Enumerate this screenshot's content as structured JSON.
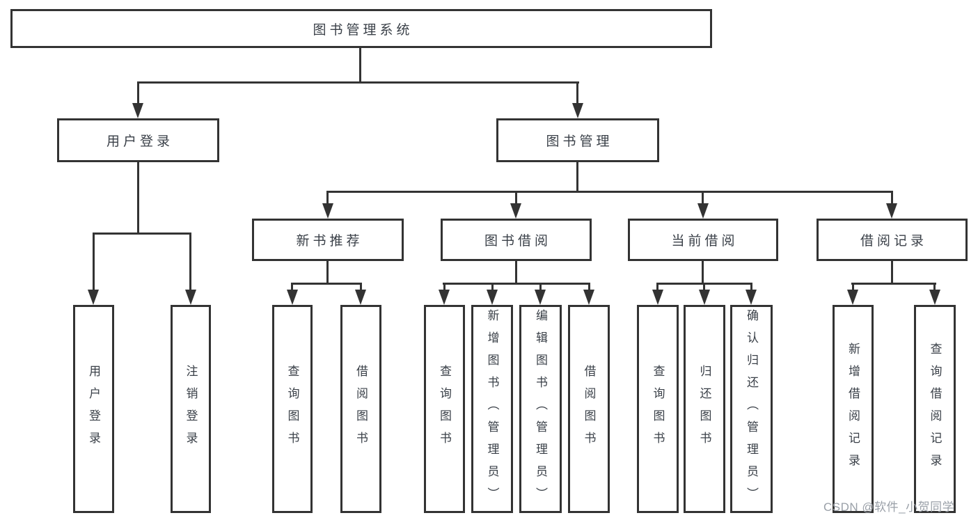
{
  "tree": {
    "root": {
      "label": "图书管理系统"
    },
    "level2": [
      {
        "label": "用户登录"
      },
      {
        "label": "图书管理"
      }
    ],
    "level3": [
      {
        "label": "新书推荐"
      },
      {
        "label": "图书借阅"
      },
      {
        "label": "当前借阅"
      },
      {
        "label": "借阅记录"
      }
    ],
    "leaves": {
      "login": [
        "用户登录",
        "注销登录"
      ],
      "recommend": [
        "查询图书",
        "借阅图书"
      ],
      "borrow": [
        "查询图书",
        "新增图书（管理员）",
        "编辑图书（管理员）",
        "借阅图书"
      ],
      "current": [
        "查询图书",
        "归还图书",
        "确认归还（管理员）"
      ],
      "records": [
        "新增借阅记录",
        "查询借阅记录"
      ]
    }
  },
  "watermark": {
    "text": "CSDN @软件_小贺同学"
  },
  "colors": {
    "line": "#333333",
    "text": "#3a4048",
    "box_background": "#ffffff",
    "page_background": "#ffffff",
    "watermark": "#9aa0a8"
  }
}
